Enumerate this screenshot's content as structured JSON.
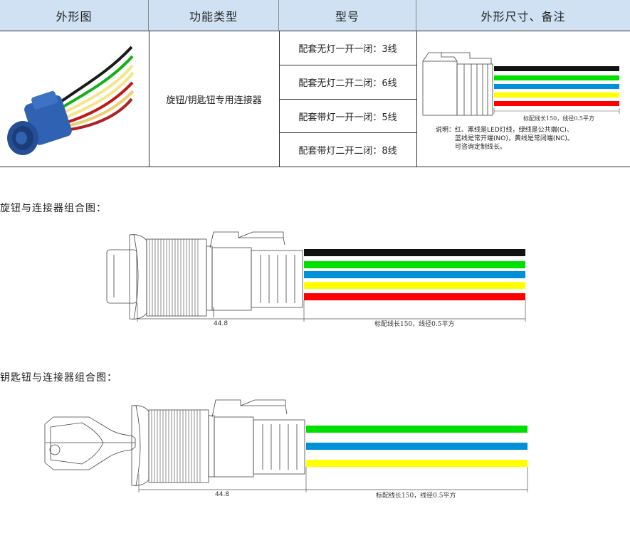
{
  "table": {
    "headers": [
      "外形图",
      "功能类型",
      "型号",
      "外形尺寸、备注"
    ],
    "function_type": "旋钮/钥匙钮专用连接器",
    "models": [
      "配套无灯一开一闭：3线",
      "配套无灯二开二闭：6线",
      "配套带灯一开一闭：5线",
      "配套带灯二开二闭：8线"
    ],
    "wire_label": "标配线长150，线径0.5平方",
    "note_lines": [
      "说明：红、黑线是LED灯线，绿线是公共端(C)、",
      "蓝线是常开端(NO)，黄线是常闭端(NC)。",
      "可咨询定制线长。"
    ]
  },
  "sections": {
    "rotary": {
      "title": "旋钮与连接器组合图：",
      "dimension": "44.8",
      "wire_label": "标配线长150，线径0.5平方"
    },
    "key": {
      "title": "钥匙钮与连接器组合图：",
      "dimension": "44.8",
      "wire_label": "标配线长150，线径0.5平方"
    }
  },
  "colors": {
    "header_bg": "#cfe1f3",
    "wire_black": "#111111",
    "wire_green": "#00e000",
    "wire_blue": "#0090d8",
    "wire_yellow": "#ffff00",
    "wire_red": "#ff0000",
    "connector_blue": "#2a5fb0"
  }
}
